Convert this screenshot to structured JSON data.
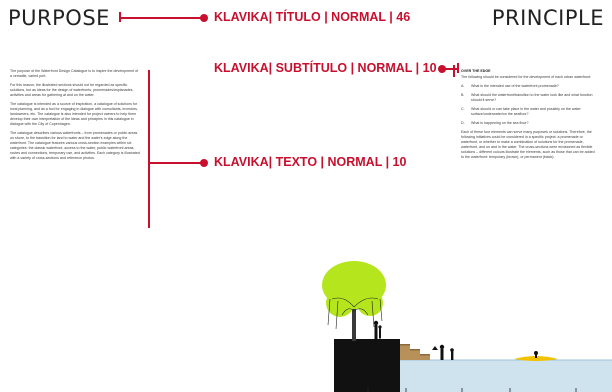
{
  "headings": {
    "purpose": "PURPOSE",
    "principle": "PRINCIPLE"
  },
  "annotations": {
    "title": "KLAVIKA| TÍTULO | NORMAL | 46",
    "subtitle": "KLAVIKA| SUBTÍTULO | NORMAL | 10",
    "text": "KLAVIKA| TEXTO | NORMAL | 10"
  },
  "left_column": {
    "paragraphs": [
      "The purpose of the Waterfront Design Catalogue is to inspire the development of a versatile, varied port.",
      "For this reason, the illustrated sections should not be regarded as specific solutions, but as ideas for the design of waterfronts, promenades/esplanades, activities and areas for gathering at and on the water.",
      "The catalogue is intended as a source of inspiration, a catalogue of solutions for local planning, and as a tool for engaging in dialogue with consultants, investors, landowners, etc. The catalogue is also intended for project owners to help them develop their own interpretation of the ideas and principles in this catalogue in dialogue with the City of Copenhagen.",
      "The catalogue describes various waterfronts – from promenades or public areas on shore, to the transition for land to water and the water's edge along the waterfront. The catalogue features various cross-section examples within six categories: the classic waterfront, access to the water, public waterfront areas, routes and connections, temporary use, and activities. Each category is illustrated with a variety of cross-sections and reference photos."
    ]
  },
  "right_column": {
    "subtitle": "OVER THE EDGE",
    "intro": "The following should be considered for the development of each urban waterfront:",
    "items": [
      {
        "letter": "A.",
        "text": "What is the intended use of the waterfront promenade?"
      },
      {
        "letter": "B.",
        "text": "What should the waterfront/transition to the water look like and what function should it serve?"
      },
      {
        "letter": "C.",
        "text": "What should or can take place in the water and possibly on the water surface/underwater/on the seafloor?"
      },
      {
        "letter": "D.",
        "text": "What is happening on the sea floor?"
      }
    ],
    "closing": "Each of these four elements can serve many purposes or solutions. Therefore, the following initiatives could be considered in a specific project: a promenade or waterfront, or whether to make a combination of solutions for the promenade, waterfront, and on and in the water. The cross-sections were envisioned as flexible solutions – different colours illustrate the elements, such as those that can be added to the waterfront: temporary (brown), or permanent (black)."
  },
  "colors": {
    "accent": "#c8102e",
    "tree": "#b5e61d",
    "water": "#cfe3ef",
    "ground": "#111111",
    "steps": "#b8915a"
  },
  "illustration": {
    "icon": "waterfront-cross-section"
  }
}
